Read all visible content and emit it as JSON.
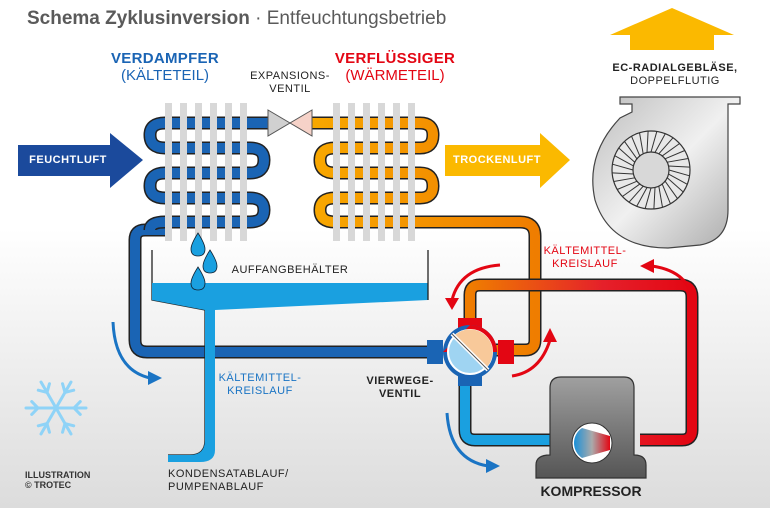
{
  "title": {
    "bold": "Schema Zyklusinversion",
    "separator": " · ",
    "regular": "Entfeuchtungsbetrieb"
  },
  "evaporator": {
    "title": "VERDAMPFER",
    "subtitle": "(KÄLTETEIL)",
    "color": "#1a64b4"
  },
  "condenser": {
    "title": "VERFLÜSSIGER",
    "subtitle": "(WÄRMETEIL)",
    "color": "#e30613"
  },
  "expansion_valve": {
    "line1": "EXPANSIONS-",
    "line2": "VENTIL"
  },
  "fan": {
    "line1": "EC-RADIALGEBLÄSE,",
    "line2": "DOPPELFLUTIG"
  },
  "air_in": {
    "label": "FEUCHTLUFT",
    "color": "#1b4a9c"
  },
  "air_out": {
    "label": "TROCKENLUFT",
    "color": "#fbb900"
  },
  "collector": {
    "label": "AUFFANGBEHÄLTER"
  },
  "refrigerant_cold": {
    "line1": "KÄLTEMITTEL-",
    "line2": "KREISLAUF",
    "color": "#1a74c4"
  },
  "refrigerant_hot": {
    "line1": "KÄLTEMITTEL-",
    "line2": "KREISLAUF",
    "color": "#e30613"
  },
  "four_way_valve": {
    "line1": "VIERWEGE-",
    "line2": "VENTIL"
  },
  "drain": {
    "line1": "KONDENSATABLAUF/",
    "line2": "PUMPENABLAUF"
  },
  "compressor": {
    "label": "KOMPRESSOR"
  },
  "credit": {
    "line1": "ILLUSTRATION",
    "line2": "© TROTEC"
  },
  "icons": [
    "snowflake-icon",
    "water-drop-icon",
    "fan-icon",
    "compressor-icon",
    "valve-icon"
  ]
}
